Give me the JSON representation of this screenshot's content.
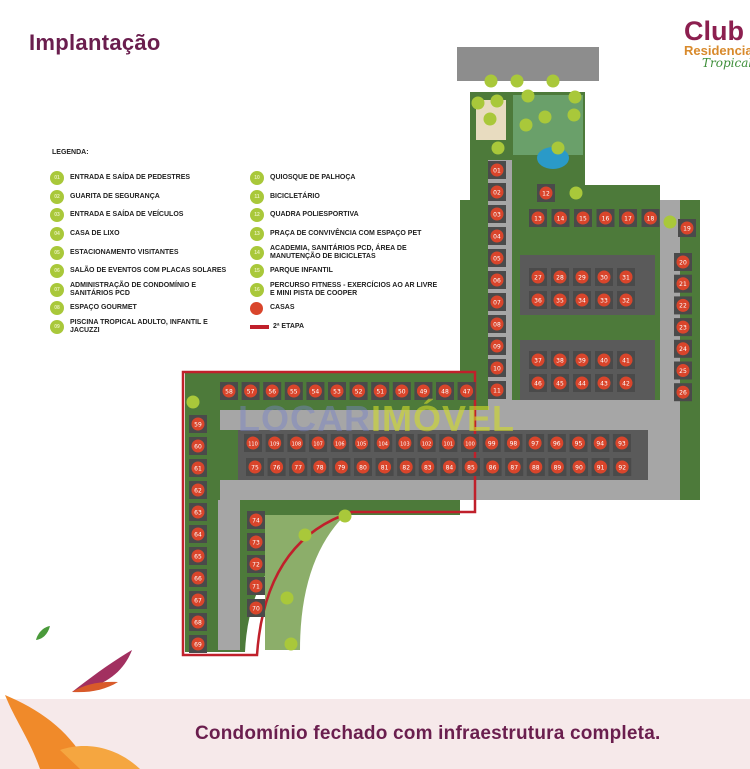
{
  "header": {
    "title": "Implantação"
  },
  "logo": {
    "line1": "Club",
    "line2": "Residencial",
    "line3": "Tropical"
  },
  "legend": {
    "heading": "LEGENDA:",
    "left": [
      {
        "n": "01",
        "label": "ENTRADA E SAÍDA DE PEDESTRES"
      },
      {
        "n": "02",
        "label": "GUARITA DE SEGURANÇA"
      },
      {
        "n": "03",
        "label": "ENTRADA E SAÍDA DE VEÍCULOS"
      },
      {
        "n": "04",
        "label": "CASA DE LIXO"
      },
      {
        "n": "05",
        "label": "ESTACIONAMENTO VISITANTES"
      },
      {
        "n": "06",
        "label": "SALÃO DE EVENTOS COM PLACAS SOLARES"
      },
      {
        "n": "07",
        "label": "ADMINISTRAÇÃO DE CONDOMÍNIO E SANITÁRIOS PCD"
      },
      {
        "n": "08",
        "label": "ESPAÇO GOURMET"
      },
      {
        "n": "09",
        "label": "PISCINA TROPICAL ADULTO, INFANTIL E JACUZZI"
      }
    ],
    "right": [
      {
        "n": "10",
        "label": "QUIOSQUE DE PALHOÇA"
      },
      {
        "n": "11",
        "label": "BICICLETÁRIO"
      },
      {
        "n": "12",
        "label": "QUADRA POLIESPORTIVA"
      },
      {
        "n": "13",
        "label": "PRAÇA DE CONVIVÊNCIA COM ESPAÇO PET"
      },
      {
        "n": "14",
        "label": "ACADEMIA, SANITÁRIOS PCD, ÁREA DE MANUTENÇÃO DE BICICLETAS"
      },
      {
        "n": "15",
        "label": "PARQUE INFANTIL"
      },
      {
        "n": "16",
        "label": "PERCURSO FITNESS - EXERCÍCIOS AO AR LIVRE E MINI PISTA DE COOPER"
      }
    ],
    "houses_label": "CASAS",
    "stage_label": "2ª ETAPA"
  },
  "colors": {
    "house": "#d9452b",
    "amenity": "#a9c83a",
    "stage_outline": "#c0202b",
    "road": "#a6a6a6",
    "title": "#6a1e4e"
  },
  "map": {
    "houses": {
      "col_01_11": [
        "01",
        "02",
        "03",
        "04",
        "05",
        "06",
        "07",
        "08",
        "09",
        "10",
        "11"
      ],
      "lot_12": [
        "12"
      ],
      "row_13_18": [
        "13",
        "14",
        "15",
        "16",
        "17",
        "18"
      ],
      "lot_19": [
        "19"
      ],
      "col_20_26": [
        "20",
        "21",
        "22",
        "23",
        "24",
        "25",
        "26"
      ],
      "row_27_31": [
        "27",
        "28",
        "29",
        "30",
        "31"
      ],
      "row_36_32": [
        "36",
        "35",
        "34",
        "33",
        "32"
      ],
      "row_37_41": [
        "37",
        "38",
        "39",
        "40",
        "41"
      ],
      "row_46_42": [
        "46",
        "45",
        "44",
        "43",
        "42"
      ],
      "row_58_47": [
        "58",
        "57",
        "56",
        "55",
        "54",
        "53",
        "52",
        "51",
        "50",
        "49",
        "48",
        "47"
      ],
      "row_110_93": [
        "110",
        "109",
        "108",
        "107",
        "106",
        "105",
        "104",
        "103",
        "102",
        "101",
        "100",
        "99",
        "98",
        "97",
        "96",
        "95",
        "94",
        "93"
      ],
      "row_75_92": [
        "75",
        "76",
        "77",
        "78",
        "79",
        "80",
        "81",
        "82",
        "83",
        "84",
        "85",
        "86",
        "87",
        "88",
        "89",
        "90",
        "91",
        "92"
      ],
      "col_59_69": [
        "59",
        "60",
        "61",
        "62",
        "63",
        "64",
        "65",
        "66",
        "67",
        "68",
        "69"
      ],
      "col_74_70": [
        "74",
        "73",
        "72",
        "71",
        "70"
      ]
    },
    "watermark_a": "LOCAR",
    "watermark_b": "IMÓVEL"
  },
  "footer": {
    "tagline": "Condomínio fechado com infraestrutura completa."
  }
}
